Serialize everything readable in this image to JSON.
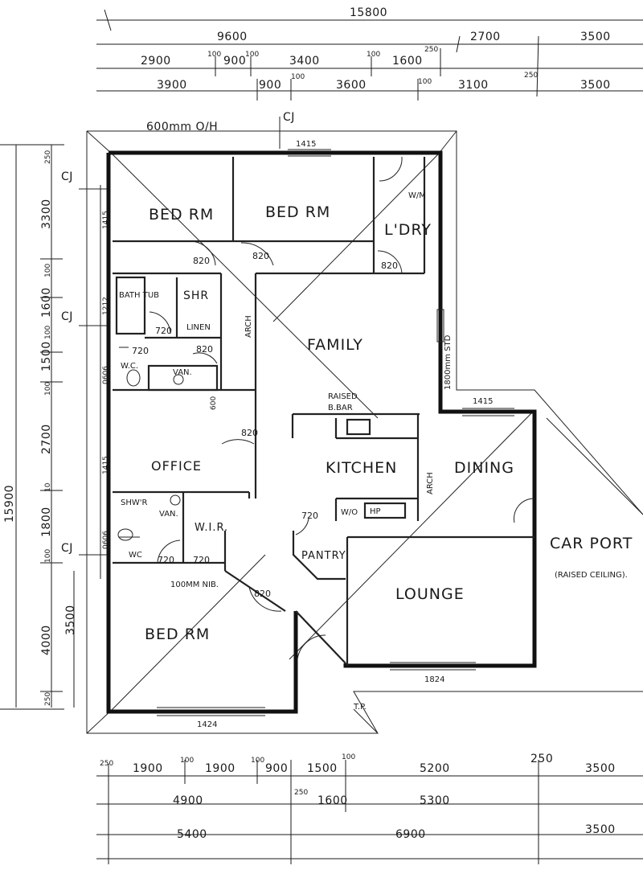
{
  "colors": {
    "ink": "#1a1a1a",
    "paper": "#ffffff"
  },
  "dimensions": {
    "top_overall": "15800",
    "top_row1": [
      "9600",
      "250",
      "2700",
      "3500"
    ],
    "top_row2": [
      "2900",
      "100",
      "900",
      "100",
      "3400",
      "100",
      "1600"
    ],
    "top_row3": [
      "3900",
      "900",
      "100",
      "3600",
      "100",
      "3100",
      "250",
      "3500"
    ],
    "left_overall": "15900",
    "left_outer": [
      "250",
      "3300",
      "100",
      "1600",
      "100",
      "1500",
      "100",
      "2700",
      "10",
      "1800",
      "100",
      "4000",
      "250"
    ],
    "left_inner": [
      "1415",
      "1212",
      "0606",
      "1415",
      "0606"
    ],
    "left_extra": "3500",
    "bottom_row1": [
      "250",
      "1900",
      "100",
      "1900",
      "100",
      "900",
      "1500",
      "100",
      "5200",
      "250",
      "3500"
    ],
    "bottom_row2": [
      "4900",
      "250",
      "1600",
      "5300"
    ],
    "bottom_row3": [
      "5400",
      "6900",
      "3500"
    ]
  },
  "rooms": {
    "bed1": "BED RM",
    "bed2": "BED RM",
    "laundry": "L'DRY",
    "wm": "W/M",
    "bath": "BATH TUB",
    "shr": "SHR",
    "linen": "LINEN",
    "wc1": "W.C.",
    "van1": "VAN.",
    "family": "FAMILY",
    "office": "OFFICE",
    "kitchen": "KITCHEN",
    "dining": "DINING",
    "carport": "CAR PORT",
    "carport_note": "(RAISED CEILING).",
    "shwr": "SHW'R",
    "van2": "VAN.",
    "wc2": "WC",
    "wir": "W.I.R.",
    "pantry": "PANTRY",
    "lounge": "LOUNGE",
    "bed3": "BED RM",
    "wo": "W/O",
    "hp": "HP"
  },
  "labels": {
    "cj_top": "CJ",
    "cj_left1": "CJ",
    "cj_left2": "CJ",
    "cj_left3": "CJ",
    "spacing": "600mm O/H",
    "raised": "RAISED",
    "bbar": "B.BAR",
    "arch1": "ARCH",
    "arch2": "ARCH",
    "std": "1800mm STD",
    "nib": "100MM NIB.",
    "tp": "T.P.",
    "w1415_top": "1415",
    "w1415_dining": "1415",
    "w1824": "1824",
    "w1424": "1424",
    "w600": "600"
  },
  "doors": [
    "820",
    "820",
    "820",
    "720",
    "720",
    "820",
    "820",
    "720",
    "720",
    "720",
    "820"
  ]
}
